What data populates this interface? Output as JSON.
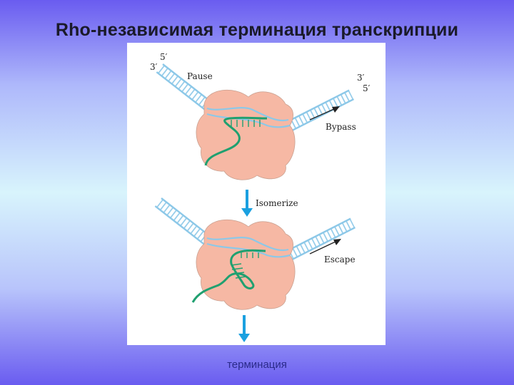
{
  "title": "Rho-независимая терминация транскрипции",
  "diagram": {
    "top": {
      "strand_5_label": "5′",
      "strand_3_label": "3′",
      "pause_label": "Pause",
      "right_3_label": "3′",
      "right_5_label": "5′",
      "bypass_label": "Bypass"
    },
    "isomerize_label": "Isomerize",
    "bottom": {
      "escape_label": "Escape"
    }
  },
  "footer_word": "терминация",
  "colors": {
    "dna": "#8cc8e8",
    "rna": "#20a070",
    "polymerase": "#f6b8a4",
    "arrow": "#1aa0e0"
  }
}
